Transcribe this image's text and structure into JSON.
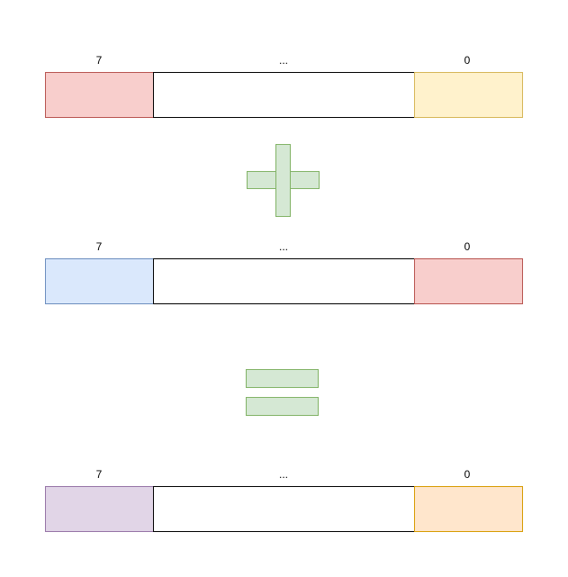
{
  "rows": [
    {
      "high_label": "7",
      "mid_label": "...",
      "low_label": "0",
      "high_color": {
        "fill": "#f8cecc",
        "stroke": "#b85450"
      },
      "low_color": {
        "fill": "#fff2cc",
        "stroke": "#d6b656"
      }
    },
    {
      "high_label": "7",
      "mid_label": "...",
      "low_label": "0",
      "high_color": {
        "fill": "#dae8fc",
        "stroke": "#6c8ebf"
      },
      "low_color": {
        "fill": "#f8cecc",
        "stroke": "#b85450"
      }
    },
    {
      "high_label": "7",
      "mid_label": "...",
      "low_label": "0",
      "high_color": {
        "fill": "#e1d5e7",
        "stroke": "#9673a6"
      },
      "low_color": {
        "fill": "#ffe6cc",
        "stroke": "#d79b00"
      }
    }
  ],
  "operators": {
    "plus": {
      "fill": "#d5e8d4",
      "stroke": "#82b366"
    },
    "equals": {
      "fill": "#d5e8d4",
      "stroke": "#82b366"
    }
  }
}
